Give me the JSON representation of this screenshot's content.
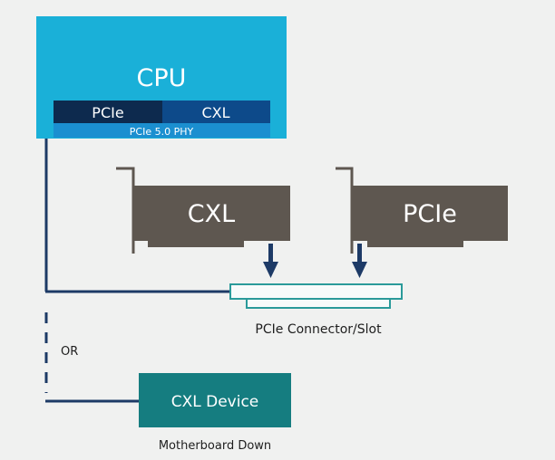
{
  "cpu": {
    "title": "CPU",
    "pcie_label": "PCIe",
    "cxl_label": "CXL",
    "phy_label": "PCIe 5.0 PHY"
  },
  "cards": {
    "cxl_card_label": "CXL",
    "pcie_card_label": "PCIe"
  },
  "connector": {
    "label": "PCIe Connector/Slot"
  },
  "alternative": {
    "or_label": "OR"
  },
  "device": {
    "label": "CXL Device",
    "caption": "Motherboard Down"
  },
  "colors": {
    "background": "#f0f1f0",
    "cpu_fill": "#1ab0d8",
    "cpu_bar_dark": "#0d2a4e",
    "cpu_bar_blue": "#0d4a8a",
    "phy_bar": "#1b8fd0",
    "card_fill": "#5e5750",
    "line_navy": "#1d3a66",
    "connector_stroke": "#2a9a9a",
    "device_fill": "#157d80",
    "text_dark": "#1e1e1e",
    "text_light": "#ffffff"
  }
}
